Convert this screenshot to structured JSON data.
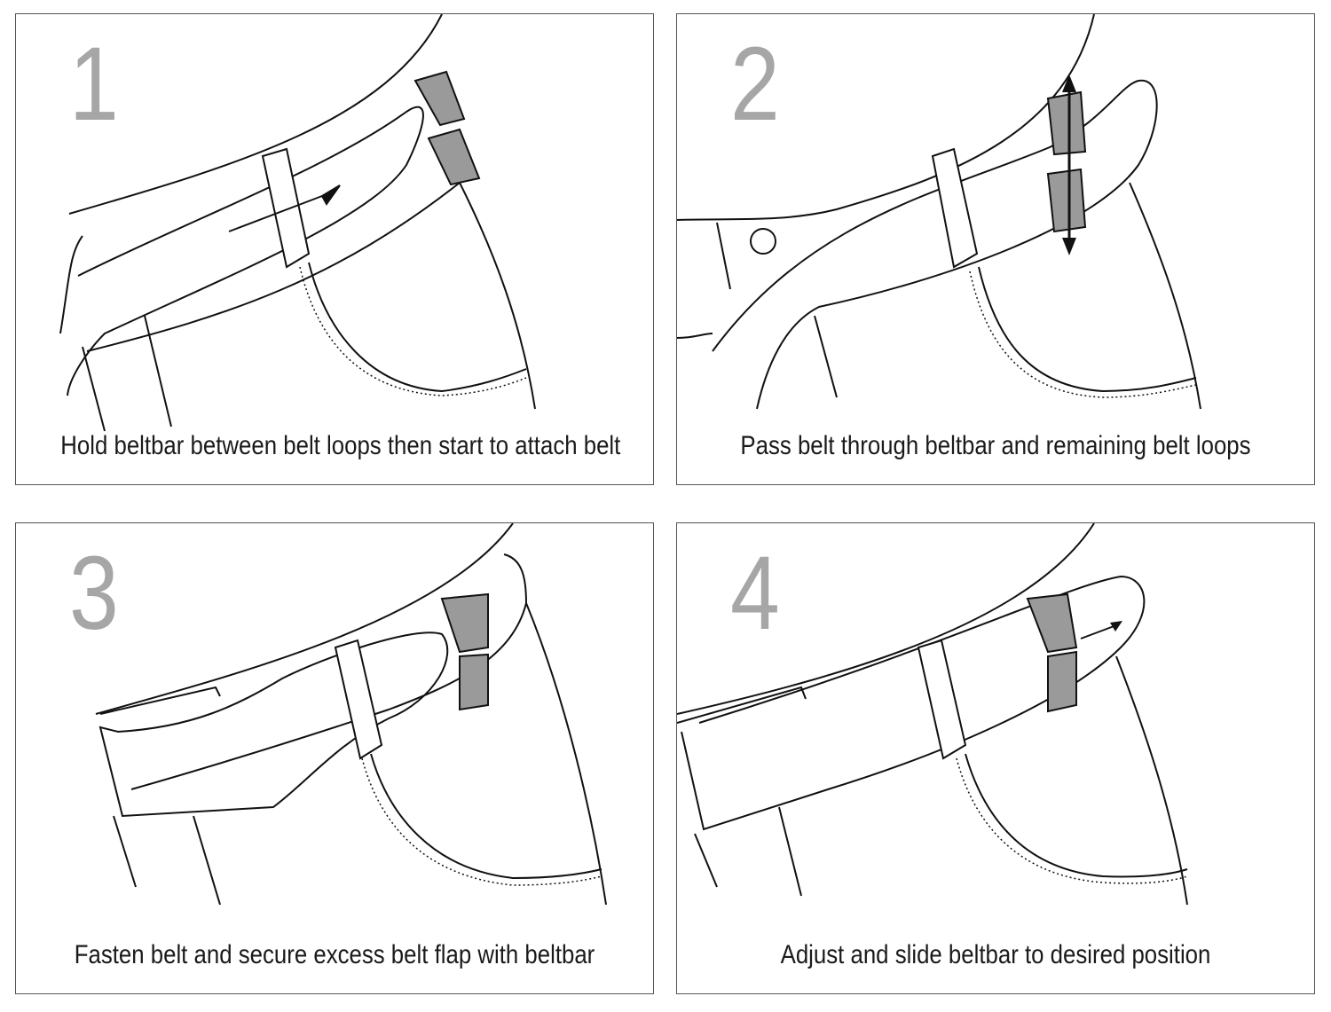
{
  "steps": [
    {
      "number": "1",
      "caption": "Hold beltbar between belt loops then start to attach belt"
    },
    {
      "number": "2",
      "caption": "Pass belt through beltbar and remaining belt loops"
    },
    {
      "number": "3",
      "caption": "Fasten belt and secure excess belt flap with beltbar"
    },
    {
      "number": "4",
      "caption": "Adjust and slide beltbar to desired position"
    }
  ],
  "colors": {
    "number": "#a6a6a6",
    "beltbar": "#9a9a9a",
    "border": "#555555"
  }
}
